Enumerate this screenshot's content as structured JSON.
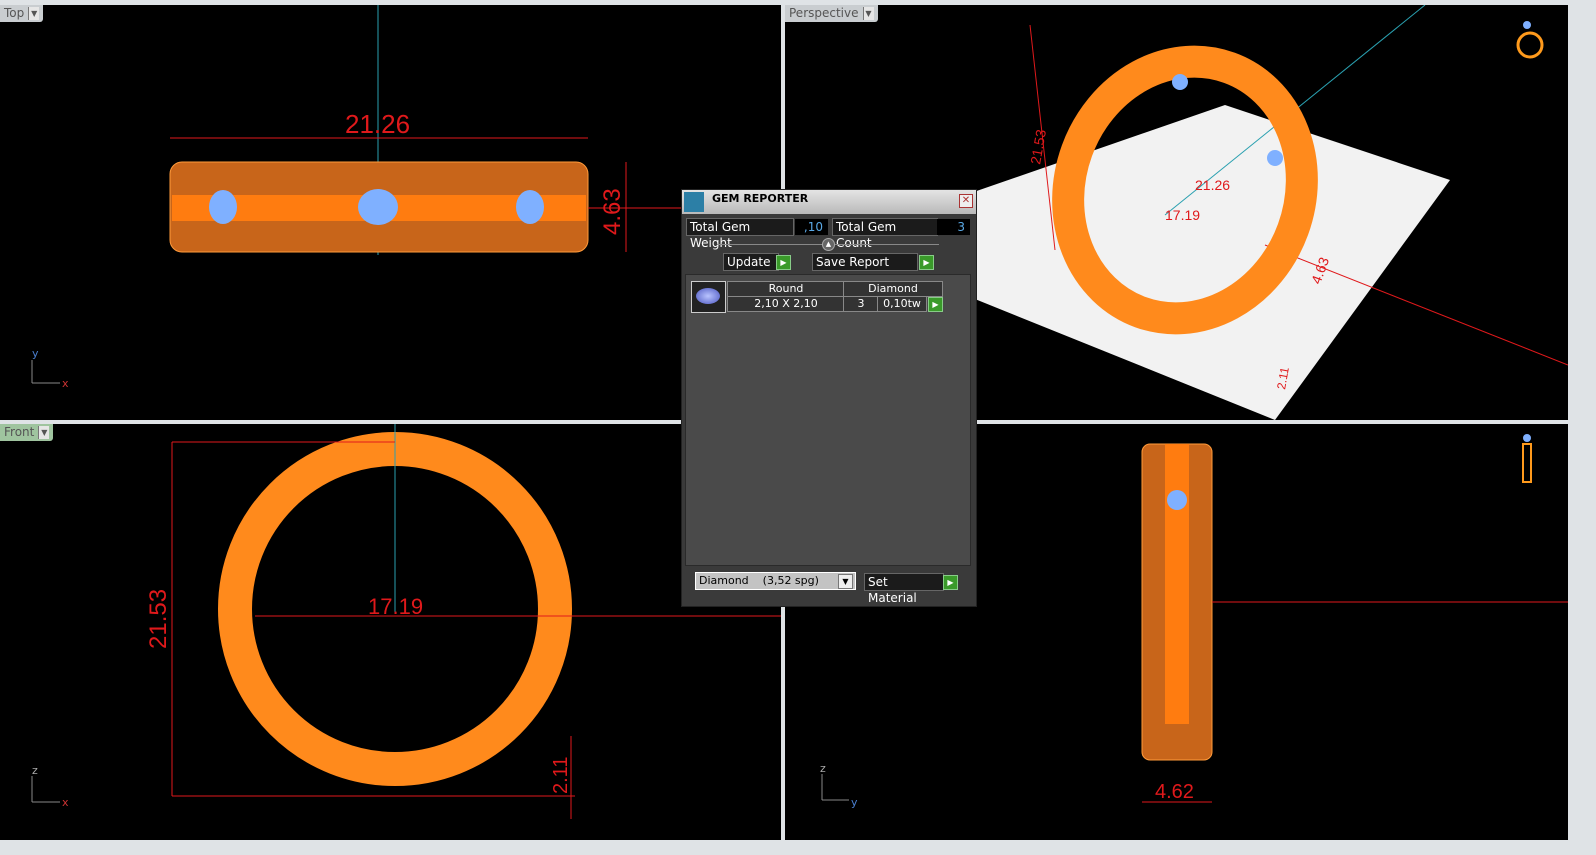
{
  "viewports": {
    "top": {
      "label": "Top",
      "dims": [
        "21.26",
        "4.63"
      ],
      "axes": [
        "y",
        "x"
      ]
    },
    "perspective": {
      "label": "Perspective",
      "dims": [
        "21.26",
        "17.19",
        "21.53",
        "4.63",
        "2.11"
      ]
    },
    "front": {
      "label": "Front",
      "dims": [
        "21.53",
        "17.19",
        "2.11"
      ],
      "axes": [
        "z",
        "x"
      ]
    },
    "right": {
      "label": "",
      "dims": [
        "4.62"
      ],
      "axes": [
        "z",
        "y"
      ]
    }
  },
  "gem_reporter": {
    "title": "GEM REPORTER",
    "total_weight_label": "Total Gem Weight",
    "total_weight": ",10",
    "total_count_label": "Total Gem Count",
    "total_count": "3",
    "update": "Update",
    "save_report": "Save Report",
    "rows": [
      {
        "shape": "Round",
        "type": "Diamond",
        "size": "2,10 X 2,10",
        "count": "3",
        "weight": "0,10tw"
      }
    ],
    "material": "Diamond    (3,52 spg)",
    "set_material": "Set Material"
  },
  "colors": {
    "ring": "#ff8a1c",
    "dimension": "#e0191b",
    "gem": "#7fb0ff",
    "axis": "#2aa0b0"
  }
}
